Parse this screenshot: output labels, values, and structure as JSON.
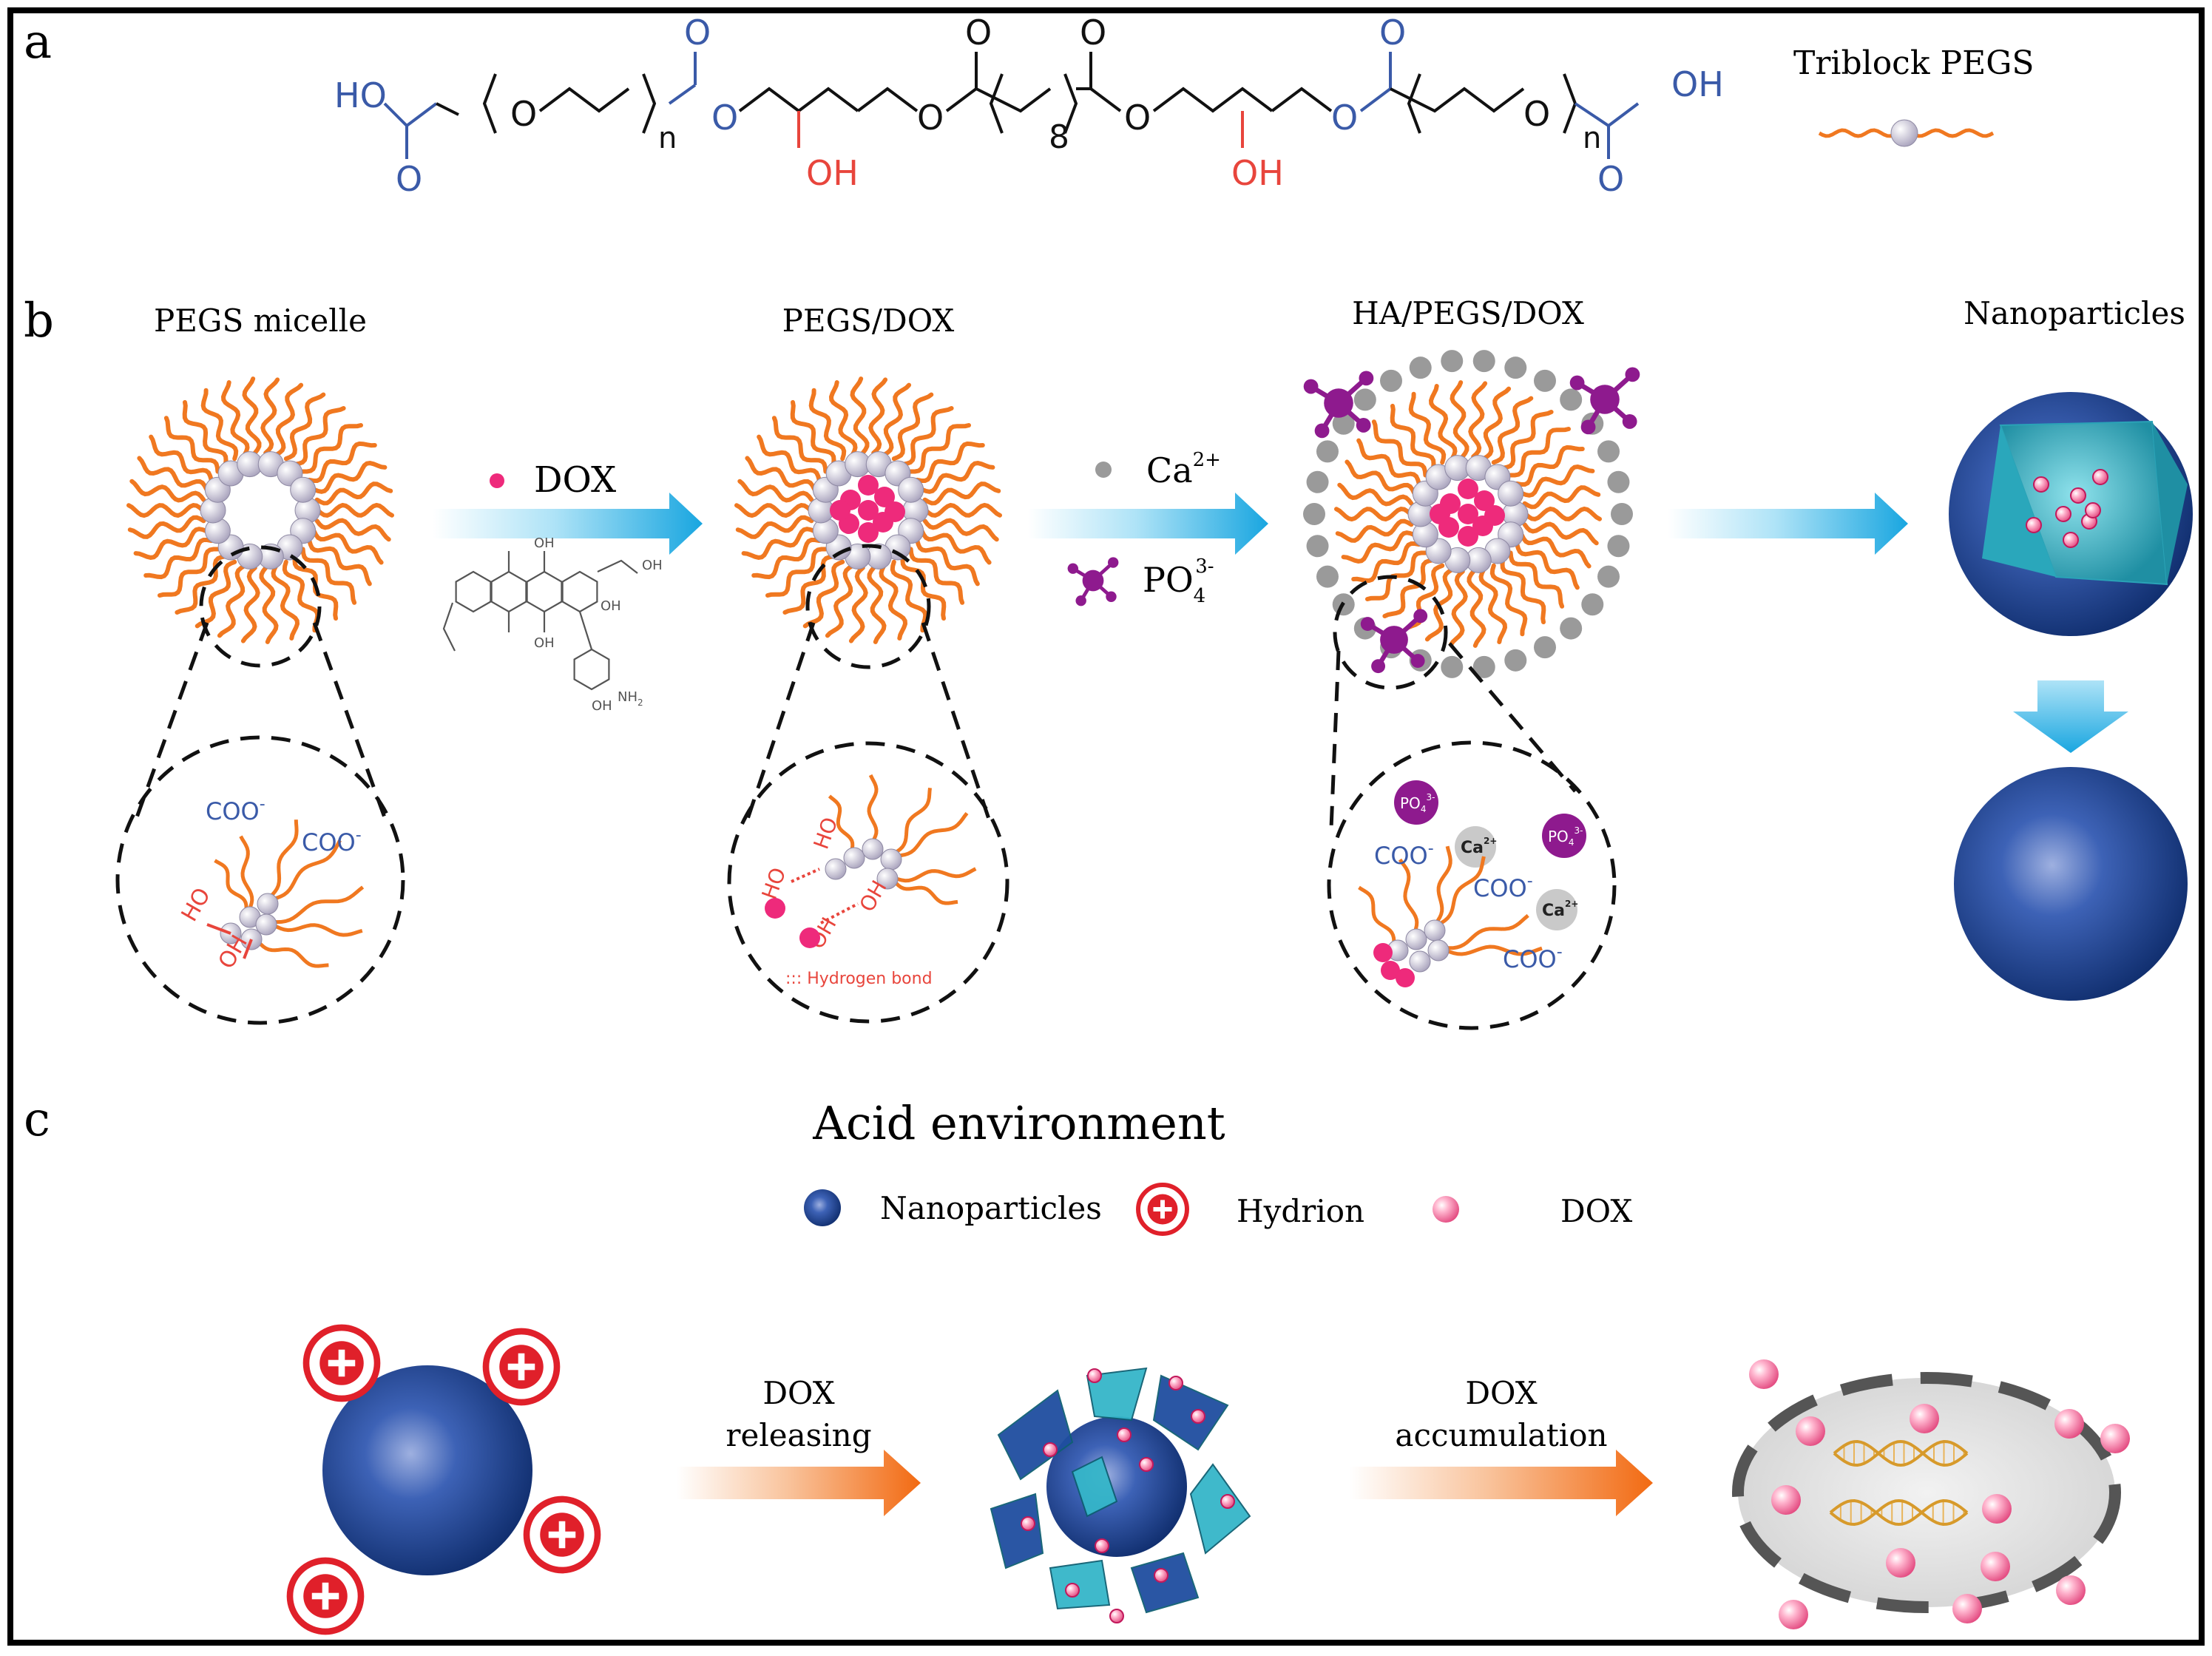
{
  "panel_a": {
    "letter": "a",
    "legend_label": "Triblock PEGS",
    "chem": {
      "ho": "HO",
      "oh": "OH",
      "o": "O",
      "n": "n",
      "eight": "8"
    }
  },
  "panel_b": {
    "letter": "b",
    "titles": {
      "micelle": "PEGS micelle",
      "pegs_dox": "PEGS/DOX",
      "ha_pegs_dox": "HA/PEGS/DOX",
      "nanoparticles": "Nanoparticles"
    },
    "dox_label": "DOX",
    "ca_label": "Ca",
    "ca_charge": "2+",
    "po4_label": "PO",
    "po4_sub": "4",
    "po4_charge": "3-",
    "coo": "COO",
    "coo_charge": "-",
    "ho": "HO",
    "oh": "OH",
    "hydrogen_bond": "Hydrogen bond",
    "ca_ion": "Ca",
    "ca_ion_charge": "2+",
    "po4_ion": "PO",
    "po4_ion_sub": "4",
    "po4_ion_charge": "3-",
    "dox_struct": {
      "oh": "OH",
      "nh2": "NH",
      "nh2_sub": "2"
    }
  },
  "panel_c": {
    "letter": "c",
    "title": "Acid environment",
    "legend": {
      "nanoparticles": "Nanoparticles",
      "hydrion": "Hydrion",
      "dox": "DOX"
    },
    "arrow1_line1": "DOX",
    "arrow1_line2": "releasing",
    "arrow2_line1": "DOX",
    "arrow2_line2": "accumulation"
  },
  "colors": {
    "orange_chain": "#f07820",
    "bead": "#d8d4e4",
    "dox_pink": "#ee2a7b",
    "blue_text": "#3a5aa8",
    "red_text": "#e8453c",
    "po4_purple": "#8e1a8e",
    "ca_gray": "#9a9a9a",
    "nanoparticle_blue": "#1f4ea0",
    "teal": "#35b6c9",
    "cyan_arrow": "#19a6e0",
    "orange_arrow": "#f26a12",
    "hydrion_red": "#e0202a"
  }
}
